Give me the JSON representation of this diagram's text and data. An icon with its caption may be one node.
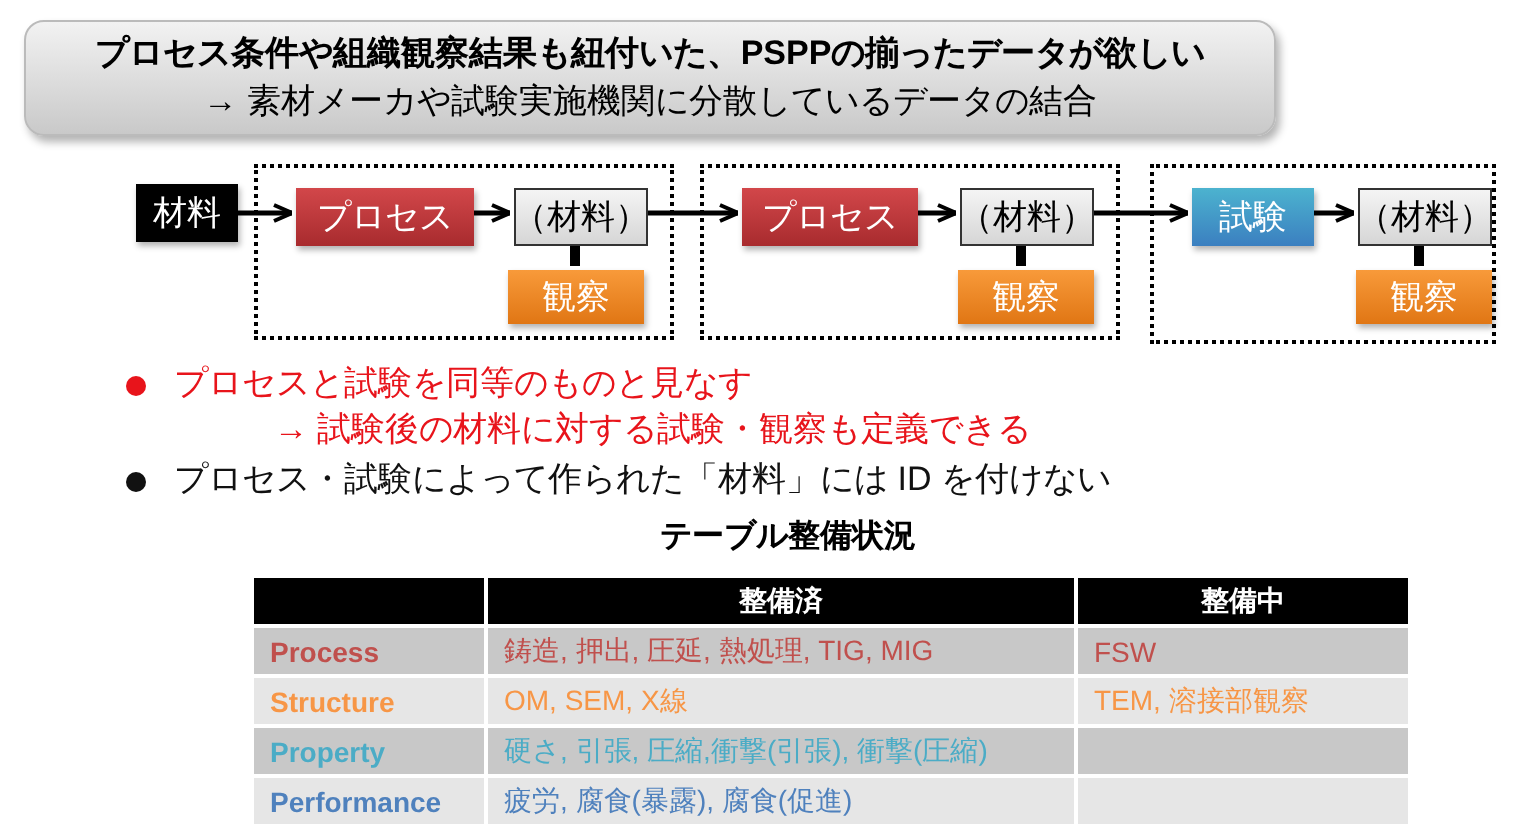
{
  "diagram": {
    "nodes": [
      {
        "text": [
          "プロセス条件や組織観察結果も紐付いた、PSPPの揃ったデータが欲しい",
          "→ 素材メーカや試験実施機関に分散しているデータの結合"
        ]
      },
      {
        "text": [
          "材料"
        ]
      },
      {
        "text": [],
        "shape": "box"
      },
      {
        "text": [
          "プロセス"
        ],
        "in": 2
      },
      {
        "text": [
          "（材料）"
        ],
        "in": 2
      },
      {
        "text": [
          "観察"
        ],
        "in": 2
      },
      {
        "text": [],
        "shape": "box"
      },
      {
        "text": [
          "プロセス"
        ],
        "in": 6
      },
      {
        "text": [
          "（材料）"
        ],
        "in": 6
      },
      {
        "text": [
          "観察"
        ],
        "in": 6
      },
      {
        "text": [],
        "shape": "box"
      },
      {
        "text": [
          "試験"
        ],
        "in": 10
      },
      {
        "text": [
          "（材料）"
        ],
        "in": 10
      },
      {
        "text": [
          "観察"
        ],
        "in": 10
      }
    ],
    "edges": [
      {
        "from": 1,
        "to": 3,
        "arrow": "to"
      },
      {
        "from": 3,
        "to": 4,
        "arrow": "to"
      },
      {
        "from": 4,
        "to": 5,
        "arrow": "none",
        "style": "thick"
      },
      {
        "from": 4,
        "to": 7,
        "arrow": "to"
      },
      {
        "from": 7,
        "to": 8,
        "arrow": "to"
      },
      {
        "from": 8,
        "to": 9,
        "arrow": "none",
        "style": "thick"
      },
      {
        "from": 8,
        "to": 11,
        "arrow": "to"
      },
      {
        "from": 11,
        "to": 12,
        "arrow": "to"
      },
      {
        "from": 12,
        "to": 13,
        "arrow": "none",
        "style": "thick"
      }
    ],
    "labels": [
      "プロセスと試験を同等のものと見なす",
      "→ 試験後の材料に対する試験・観察も定義できる",
      "プロセス・試験によって作られた「材料」には ID を付けない",
      "テーブル整備状況",
      "整備済",
      "整備中",
      "Process",
      "鋳造, 押出, 圧延, 熱処理, TIG, MIG",
      "FSW",
      "Structure",
      "OM, SEM, X線",
      "TEM, 溶接部観察",
      "Property",
      "硬さ, 引張, 圧縮,衝撃(引張), 衝撃(圧縮)",
      "Performance",
      "疲労, 腐食(暴露), 腐食(促進)"
    ]
  }
}
